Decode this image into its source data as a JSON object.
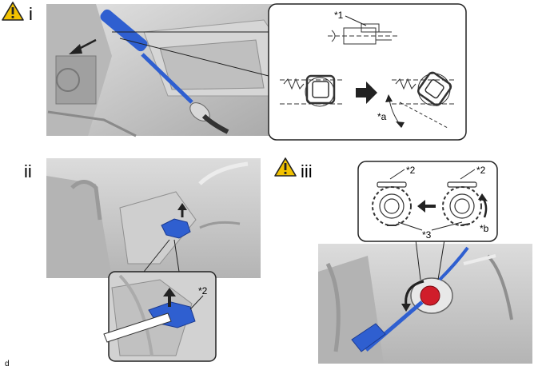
{
  "steps": [
    {
      "roman": "i",
      "warning": true
    },
    {
      "roman": "ii",
      "warning": false
    },
    {
      "roman": "iii",
      "warning": true
    }
  ],
  "callouts": {
    "c1": "*1",
    "c2_ii": "*2",
    "c2_iii_left": "*2",
    "c2_iii_right": "*2",
    "c3": "*3",
    "ca": "*a",
    "cb": "*b"
  },
  "footer": "d",
  "colors": {
    "part_blue": "#2f5fd0",
    "part_red": "#d01d2a",
    "warning_yellow": "#f2c200",
    "photo_gray": "#c9c9c9"
  }
}
